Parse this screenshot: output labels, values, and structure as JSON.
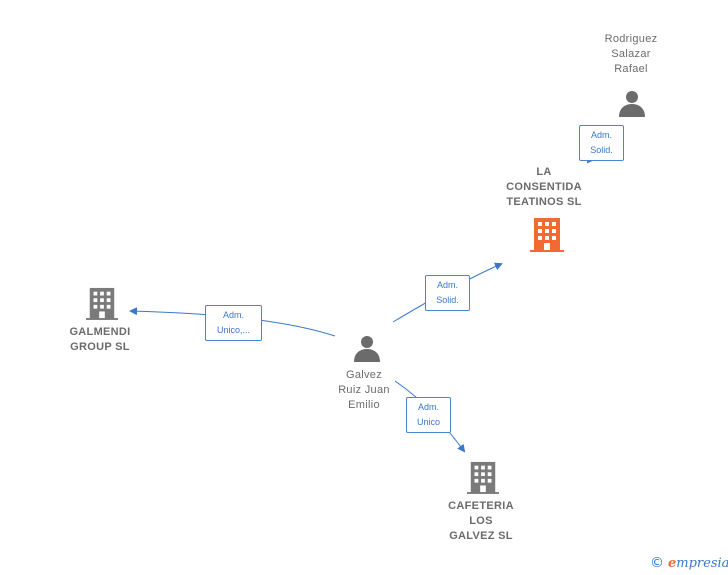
{
  "colors": {
    "edge": "#3a78c8",
    "company": "#7a7a7a",
    "company_highlight": "#f06a32",
    "person": "#6b6b6b"
  },
  "nodes": {
    "rodriguez": {
      "icon": "person-icon",
      "lines": [
        "Rodriguez",
        "Salazar",
        "Rafael"
      ]
    },
    "la_consentida": {
      "icon": "building-icon",
      "highlight": true,
      "lines": [
        "LA",
        "CONSENTIDA",
        "TEATINOS  SL"
      ]
    },
    "galmendi": {
      "icon": "building-icon",
      "lines": [
        "GALMENDI",
        "GROUP  SL"
      ]
    },
    "galvez": {
      "icon": "person-icon",
      "lines": [
        "Galvez",
        "Ruiz Juan",
        "Emilio"
      ]
    },
    "cafeteria": {
      "icon": "building-icon",
      "lines": [
        "CAFETERIA",
        "LOS",
        "GALVEZ  SL"
      ]
    }
  },
  "edges": [
    {
      "from": "rodriguez",
      "to": "la_consentida",
      "lines": [
        "Adm.",
        "Solid."
      ]
    },
    {
      "from": "galvez",
      "to": "la_consentida",
      "lines": [
        "Adm.",
        "Solid."
      ]
    },
    {
      "from": "galvez",
      "to": "galmendi",
      "lines": [
        "Adm.",
        "Unico,..."
      ]
    },
    {
      "from": "galvez",
      "to": "cafeteria",
      "lines": [
        "Adm.",
        "Unico"
      ]
    }
  ],
  "footer": {
    "copyright": "©",
    "brand_initial": "e",
    "brand_rest": "mpresia"
  }
}
